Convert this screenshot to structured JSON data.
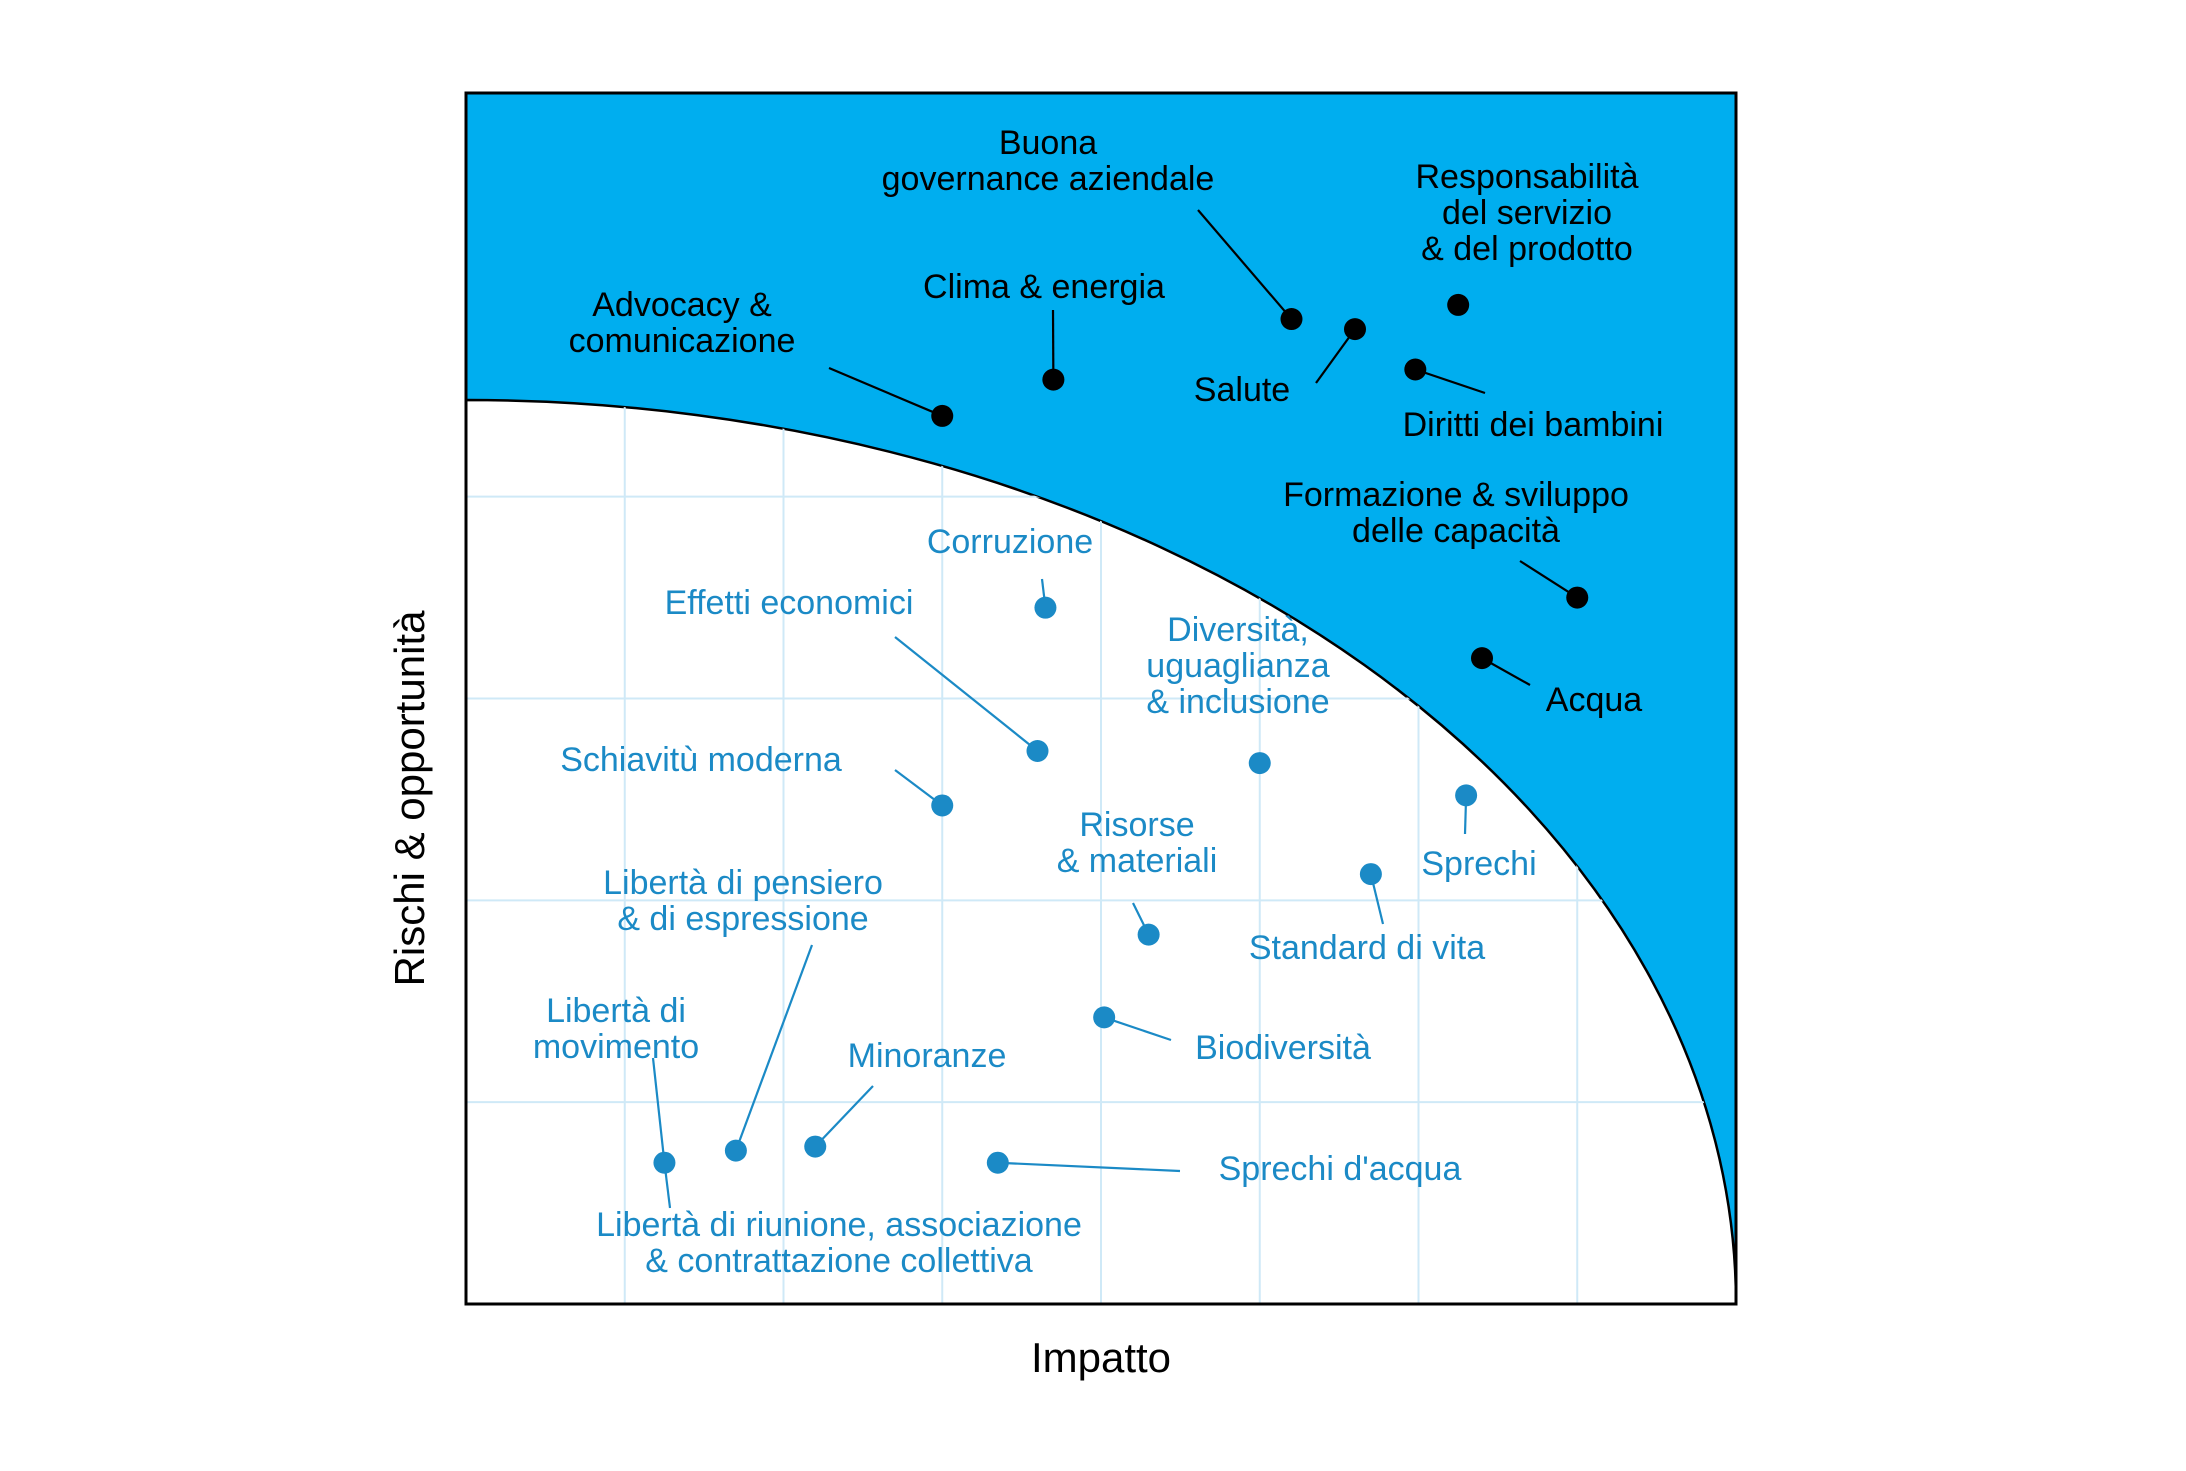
{
  "chart_data": {
    "type": "scatter",
    "xlabel": "Impatto",
    "ylabel": "Rischi & opportunità",
    "xlim": [
      0,
      8
    ],
    "ylim": [
      0,
      6
    ],
    "grid": true,
    "colors": {
      "band": "#00AEEF",
      "material": "#000000",
      "other": "#1B8AC6",
      "grid": "#CFE9F7",
      "frame": "#000000"
    },
    "points": [
      {
        "id": "advocacy",
        "label": [
          "Advocacy &",
          "comunicazione"
        ],
        "x": 3.0,
        "y": 4.4,
        "group": "material"
      },
      {
        "id": "clima",
        "label": [
          "Clima & energia"
        ],
        "x": 3.7,
        "y": 4.58,
        "group": "material"
      },
      {
        "id": "governance",
        "label": [
          "Buona",
          "governance aziendale"
        ],
        "x": 5.2,
        "y": 4.88,
        "group": "material"
      },
      {
        "id": "salute",
        "label": [
          "Salute"
        ],
        "x": 5.6,
        "y": 4.83,
        "group": "material"
      },
      {
        "id": "responsabilita",
        "label": [
          "Responsabilità",
          "del servizio",
          "& del prodotto"
        ],
        "x": 6.25,
        "y": 4.95,
        "group": "material"
      },
      {
        "id": "diritti-bambini",
        "label": [
          "Diritti dei bambini"
        ],
        "x": 5.98,
        "y": 4.63,
        "group": "material"
      },
      {
        "id": "formazione",
        "label": [
          "Formazione & sviluppo",
          "delle capacità"
        ],
        "x": 7.0,
        "y": 3.5,
        "group": "material"
      },
      {
        "id": "acqua",
        "label": [
          "Acqua"
        ],
        "x": 6.4,
        "y": 3.2,
        "group": "material"
      },
      {
        "id": "corruzione",
        "label": [
          "Corruzione"
        ],
        "x": 3.65,
        "y": 3.45,
        "group": "other"
      },
      {
        "id": "effetti-economici",
        "label": [
          "Effetti economici"
        ],
        "x": 3.6,
        "y": 2.74,
        "group": "other"
      },
      {
        "id": "diversita",
        "label": [
          "Diversità,",
          "uguaglianza",
          "& inclusione"
        ],
        "x": 5.0,
        "y": 2.68,
        "group": "other"
      },
      {
        "id": "schiavitu",
        "label": [
          "Schiavitù moderna"
        ],
        "x": 3.0,
        "y": 2.47,
        "group": "other"
      },
      {
        "id": "sprechi",
        "label": [
          "Sprechi"
        ],
        "x": 6.3,
        "y": 2.52,
        "group": "other"
      },
      {
        "id": "risorse",
        "label": [
          "Risorse",
          "& materiali"
        ],
        "x": 4.3,
        "y": 1.83,
        "group": "other"
      },
      {
        "id": "standard-vita",
        "label": [
          "Standard di vita"
        ],
        "x": 5.7,
        "y": 2.13,
        "group": "other"
      },
      {
        "id": "biodiversita",
        "label": [
          "Biodiversità"
        ],
        "x": 4.02,
        "y": 1.42,
        "group": "other"
      },
      {
        "id": "pensiero",
        "label": [
          "Libertà di pensiero",
          "& di espressione"
        ],
        "x": 1.7,
        "y": 0.76,
        "group": "other"
      },
      {
        "id": "movimento",
        "label": [
          "Libertà di",
          "movimento"
        ],
        "x": 1.25,
        "y": 0.7,
        "group": "other"
      },
      {
        "id": "minoranze",
        "label": [
          "Minoranze"
        ],
        "x": 2.2,
        "y": 0.78,
        "group": "other"
      },
      {
        "id": "sprechi-acqua",
        "label": [
          "Sprechi d'acqua"
        ],
        "x": 3.35,
        "y": 0.7,
        "group": "other"
      },
      {
        "id": "riunione",
        "label": [
          "Libertà di riunione, associazione",
          "& contrattazione collettiva"
        ],
        "x": 1.25,
        "y": 0.7,
        "group": "other",
        "shares_point_with": "movimento"
      }
    ]
  }
}
